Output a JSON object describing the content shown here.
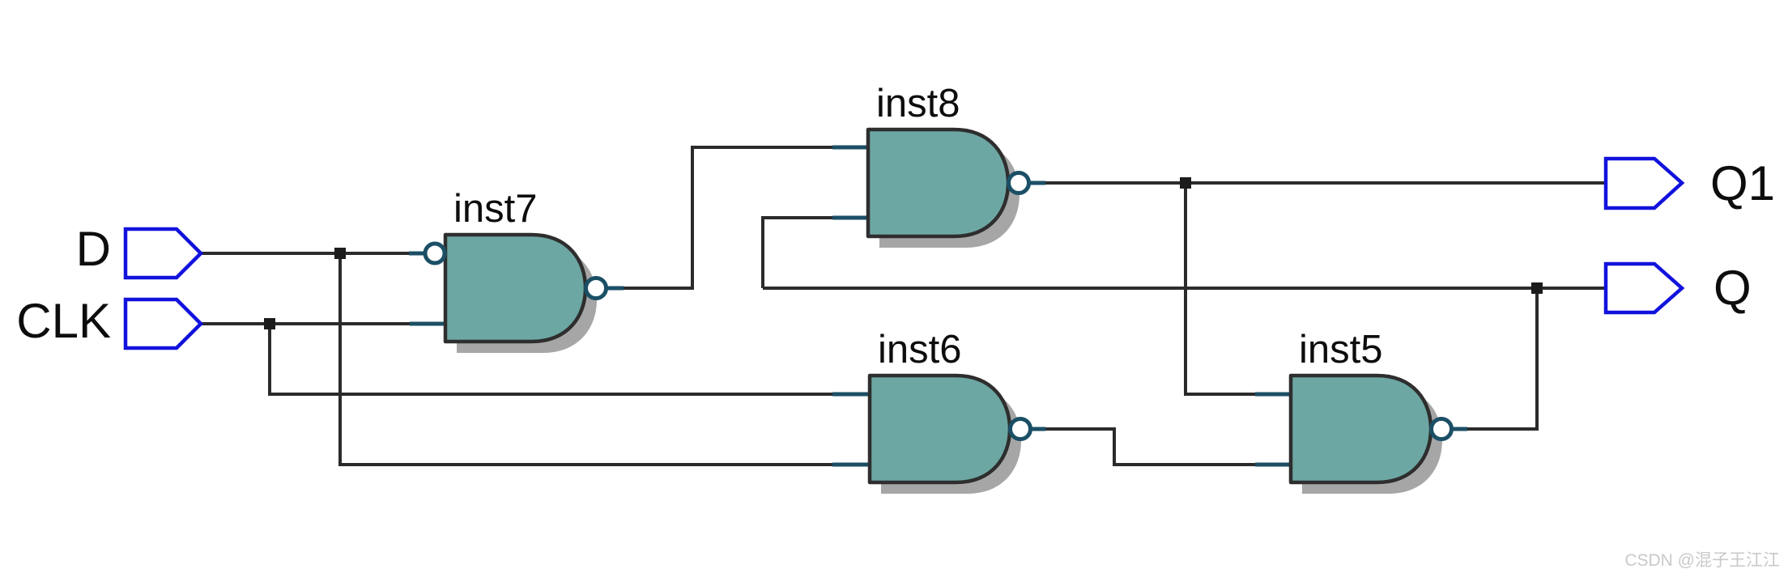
{
  "diagram": {
    "type": "logic-schematic",
    "description": "Gated D latch built from four 2-input NAND gates (Quartus-style schematic)",
    "gates": [
      {
        "id": "inst7",
        "label": "inst7",
        "kind": "NAND2",
        "inverted_top_input": true
      },
      {
        "id": "inst8",
        "label": "inst8",
        "kind": "NAND2",
        "inverted_top_input": false
      },
      {
        "id": "inst6",
        "label": "inst6",
        "kind": "NAND2",
        "inverted_top_input": false
      },
      {
        "id": "inst5",
        "label": "inst5",
        "kind": "NAND2",
        "inverted_top_input": false
      }
    ],
    "input_pins": [
      {
        "label": "D"
      },
      {
        "label": "CLK"
      }
    ],
    "output_pins": [
      {
        "label": "Q1"
      },
      {
        "label": "Q"
      }
    ],
    "connections": [
      "D -> inst7.in1 (inverting bubble)",
      "D -> inst6.in2",
      "CLK -> inst7.in2",
      "CLK -> inst6.in1",
      "inst7.out -> inst8.in1",
      "Q -> inst8.in2",
      "inst8.out -> Q1",
      "inst8.out -> inst5.in1",
      "inst6.out -> inst5.in2",
      "inst5.out -> Q"
    ],
    "watermark": "CSDN @混子王江江",
    "colors": {
      "background": "#ffffff",
      "gate_fill": "#6da7a3",
      "gate_stroke": "#2e2e2e",
      "gate_shadow": "#a6a6a6",
      "wire": "#2b2b2b",
      "port_stub": "#1b4f66",
      "bubble_stroke": "#1b4f66",
      "pin_stroke": "#1212dd",
      "label": "#0d0d0d",
      "watermark": "#c9c9c9"
    }
  }
}
